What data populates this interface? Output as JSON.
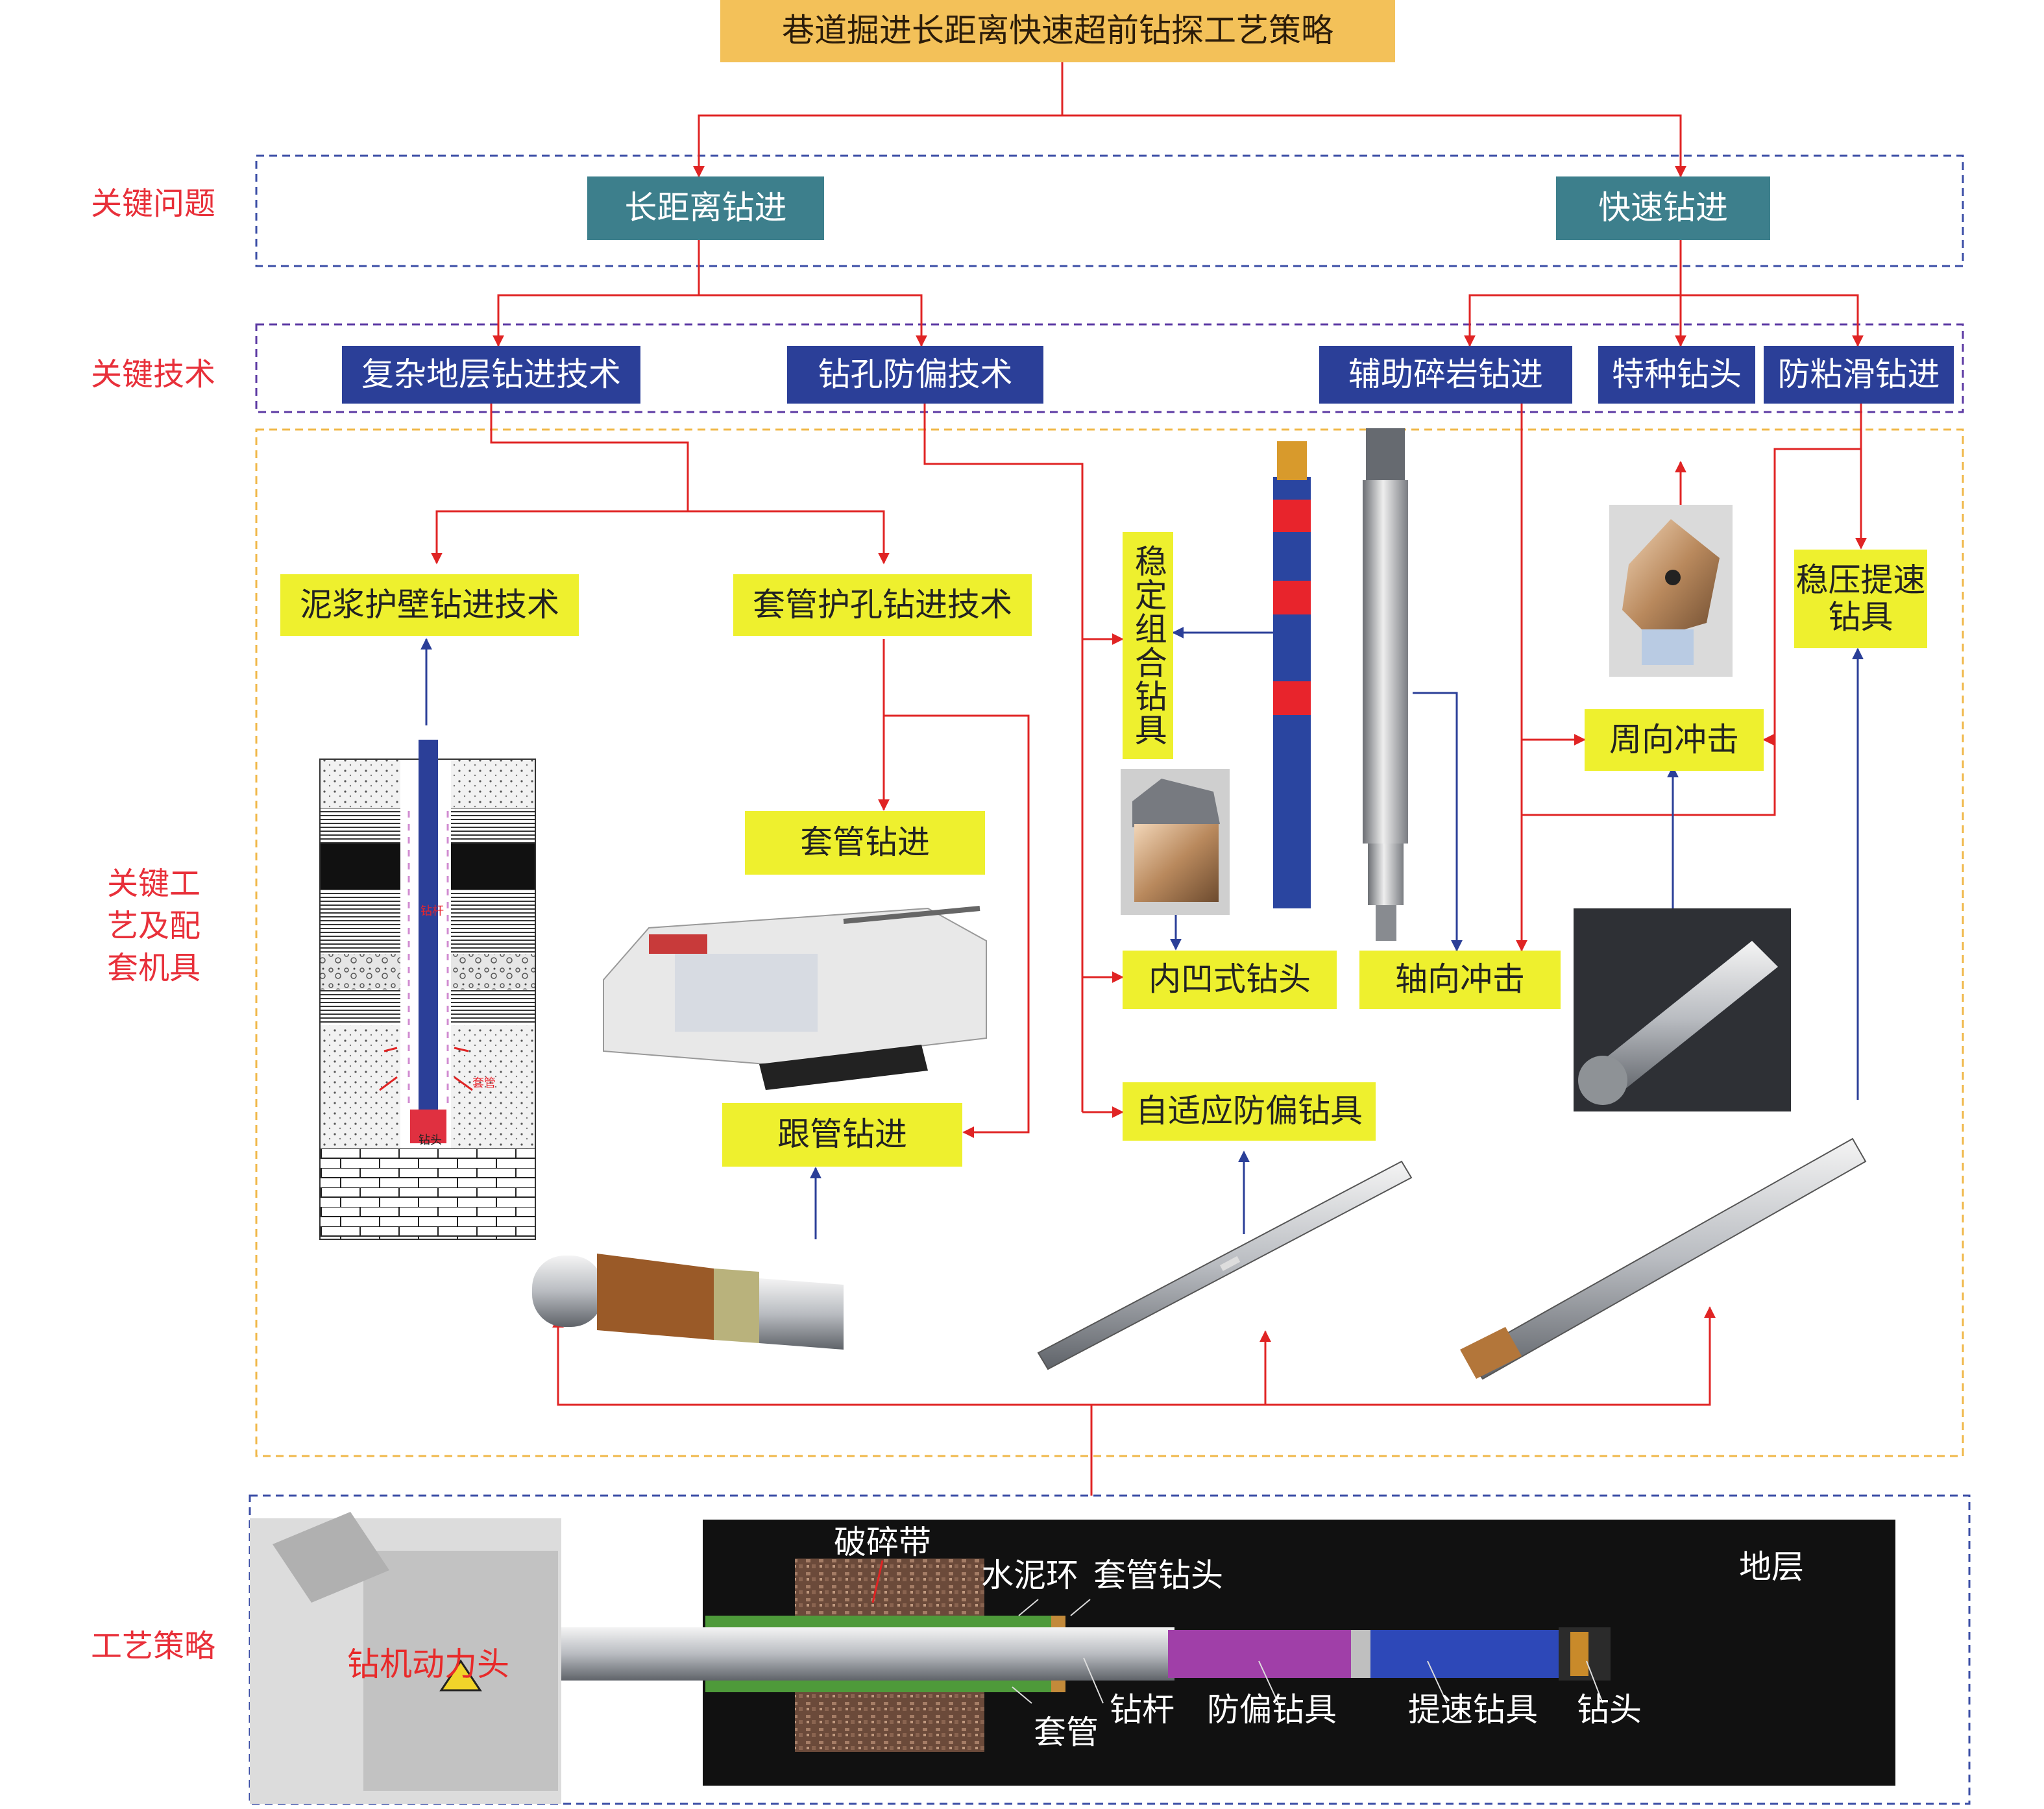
{
  "title": "巷道掘进长距离快速超前钻探工艺策略",
  "rows": {
    "key_problems": "关键问题",
    "key_tech": "关键技术",
    "key_process_a": "关键工",
    "key_process_b": "艺及配",
    "key_process_c": "套机具",
    "strategy": "工艺策略"
  },
  "problems": {
    "long_distance": "长距离钻进",
    "fast": "快速钻进"
  },
  "techs": {
    "complex_strata": "复杂地层钻进技术",
    "anti_deviation": "钻孔防偏技术",
    "aux_rock_breaking": "辅助碎岩钻进",
    "special_bit": "特种钻头",
    "anti_stick_slip": "防粘滑钻进"
  },
  "processes": {
    "mud_wall": "泥浆护壁钻进技术",
    "casing_protect": "套管护孔钻进技术",
    "casing_drilling": "套管钻进",
    "follow_pipe": "跟管钻进",
    "stable_combo": "稳定组合钻具",
    "concave_bit": "内凹式钻头",
    "adaptive_tool": "自适应防偏钻具",
    "axial_impact": "轴向冲击",
    "circum_impact": "周向冲击",
    "stable_pressure_a": "稳压提速",
    "stable_pressure_b": "钻具"
  },
  "borehole_labels": {
    "drill_rod": "钻杆",
    "casing": "套管",
    "bit": "钻头"
  },
  "strategy_labels": {
    "broken_zone": "破碎带",
    "cement_ring": "水泥环",
    "casing_bit": "套管钻头",
    "stratum": "地层",
    "power_head": "钻机动力头",
    "casing": "套管",
    "drill_rod": "钻杆",
    "anti_dev_tool": "防偏钻具",
    "speed_tool": "提速钻具",
    "drill_bit": "钻头"
  },
  "colors": {
    "red_line": "#e02424",
    "blue_line": "#2b3f98",
    "teal": "#3d7f8c",
    "blue_box": "#2b3f98",
    "yellow_box": "#eef02e",
    "orange_box": "#f3c159",
    "label_red": "#e8303a"
  }
}
